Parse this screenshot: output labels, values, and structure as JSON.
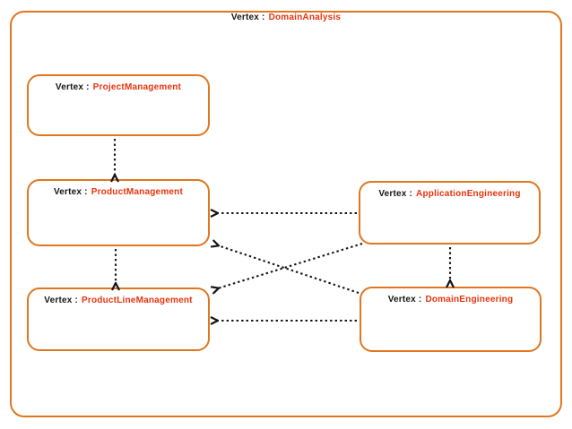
{
  "title": {
    "prefix": "Vertex :",
    "name": "DomainAnalysis"
  },
  "nodes": [
    {
      "id": "projectmanagement",
      "prefix": "Vertex :",
      "name": "ProjectManagement"
    },
    {
      "id": "productmanagement",
      "prefix": "Vertex :",
      "name": "ProductManagement"
    },
    {
      "id": "applicationengineering",
      "prefix": "Vertex :",
      "name": "ApplicationEngineering"
    },
    {
      "id": "productlinemanagement",
      "prefix": "Vertex :",
      "name": "ProductLineManagement"
    },
    {
      "id": "domainengineering",
      "prefix": "Vertex :",
      "name": "DomainEngineering"
    }
  ],
  "edges": [
    {
      "from": "ProjectManagement",
      "to": "ProductManagement",
      "style": "dotted-arrow"
    },
    {
      "from": "ProductManagement",
      "to": "ProductLineManagement",
      "style": "dotted-arrow"
    },
    {
      "from": "ApplicationEngineering",
      "to": "ProductManagement",
      "style": "dotted-arrow"
    },
    {
      "from": "ApplicationEngineering",
      "to": "DomainEngineering",
      "style": "dotted-arrow"
    },
    {
      "from": "ApplicationEngineering",
      "to": "ProductLineManagement",
      "style": "dotted-arrow"
    },
    {
      "from": "DomainEngineering",
      "to": "ProductManagement",
      "style": "dotted-arrow"
    },
    {
      "from": "DomainEngineering",
      "to": "ProductLineManagement",
      "style": "dotted-arrow"
    }
  ],
  "colors": {
    "frame_border": "#E0771F",
    "vertex_name": "#E8330D",
    "label_text": "#141414",
    "edge": "#141414",
    "background": "#FFFFFF"
  }
}
